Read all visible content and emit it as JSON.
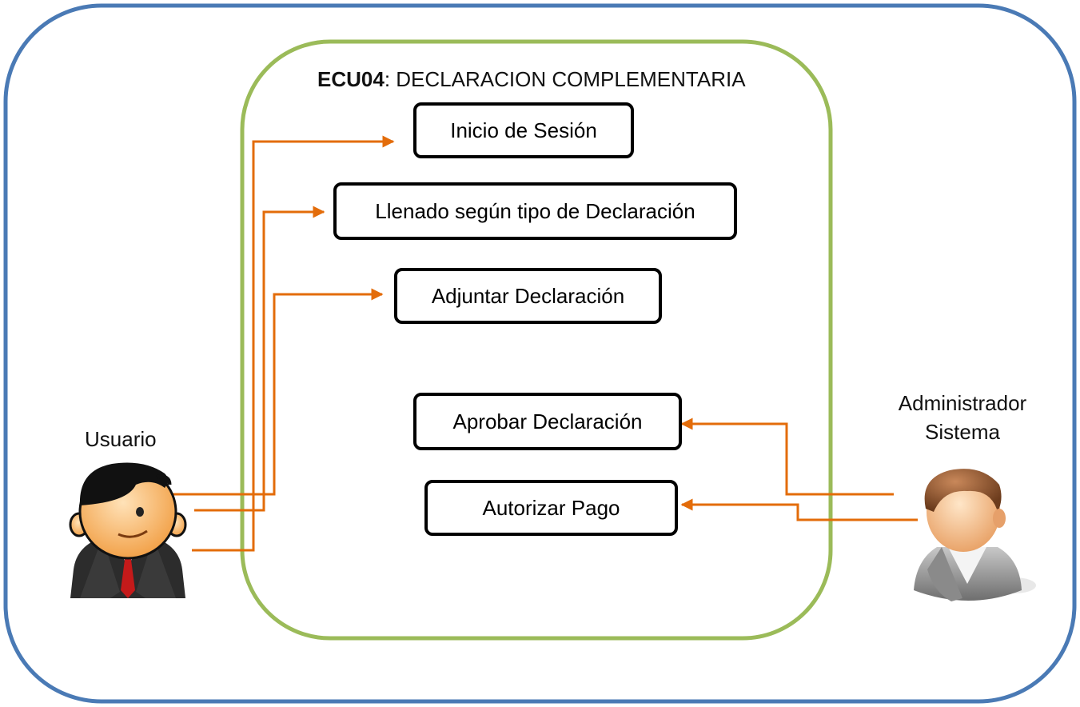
{
  "system": {
    "code": "ECU04",
    "separator": ": ",
    "name": "DECLARACION COMPLEMENTARIA"
  },
  "actors": {
    "usuario": {
      "label": "Usuario"
    },
    "admin": {
      "label_line1": "Administrador",
      "label_line2": "Sistema"
    }
  },
  "use_cases": [
    {
      "label": "Inicio de Sesión"
    },
    {
      "label": "Llenado según tipo de Declaración"
    },
    {
      "label": "Adjuntar Declaración"
    },
    {
      "label": "Aprobar Declaración"
    },
    {
      "label": "Autorizar Pago"
    }
  ],
  "colors": {
    "outer_frame": "#4a7ab5",
    "system_frame": "#9bbb59",
    "arrow": "#e36c0a"
  }
}
